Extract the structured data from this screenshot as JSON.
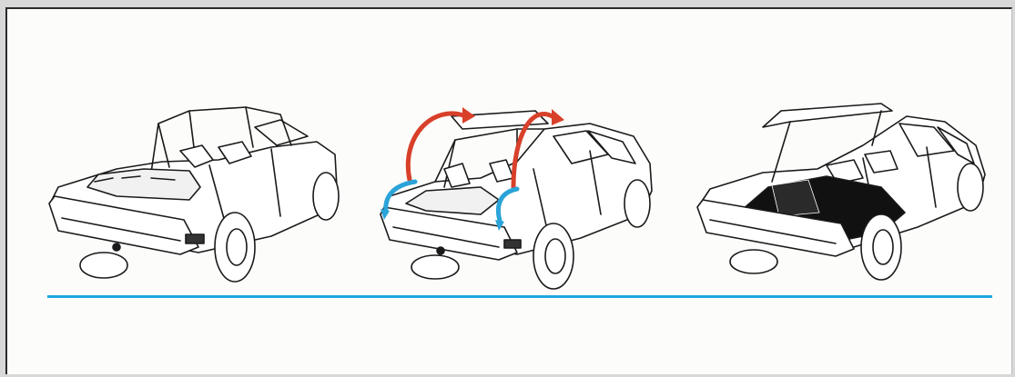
{
  "panels": [
    {
      "id": "roof-open",
      "description_icon": "convertible-roof-open-icon"
    },
    {
      "id": "hatch-open",
      "description_icon": "hatch-open-arrows-icon"
    },
    {
      "id": "rear-seats-folded",
      "description_icon": "cargo-floor-icon"
    }
  ],
  "colors": {
    "page_background": "#fcfcfa",
    "rule": "#1ea8e0",
    "arrow_lift": "#d8402a",
    "arrow_fold": "#2aa3d8",
    "line_art": "#1a1a1a"
  }
}
